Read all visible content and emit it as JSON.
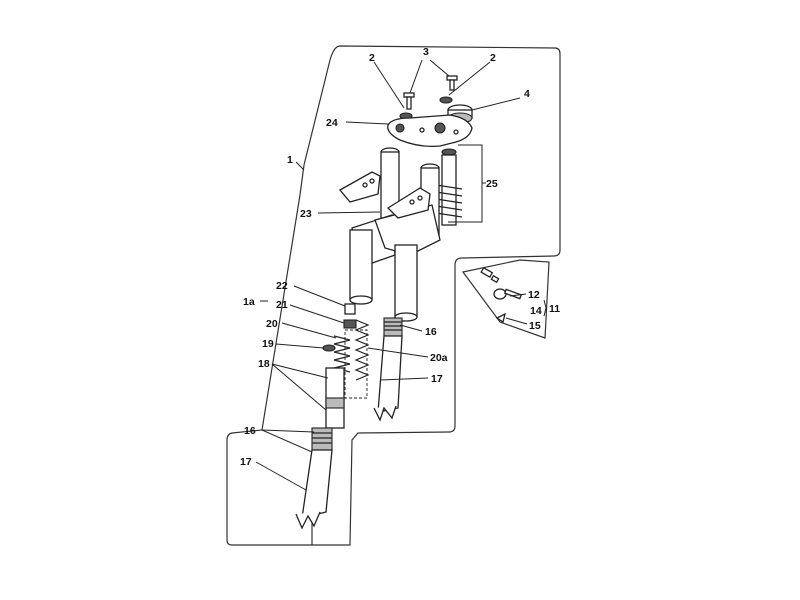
{
  "callouts": {
    "c1": "1",
    "c1a": "1a",
    "c2_left": "2",
    "c2_right": "2",
    "c3": "3",
    "c4": "4",
    "c11": "11",
    "c12": "12",
    "c14": "14",
    "c15": "15",
    "c16_upper": "16",
    "c16_lower": "16",
    "c17_upper": "17",
    "c17_lower": "17",
    "c18": "18",
    "c19": "19",
    "c20": "20",
    "c20a": "20a",
    "c21": "21",
    "c22": "22",
    "c23": "23",
    "c24": "24",
    "c25": "25"
  }
}
